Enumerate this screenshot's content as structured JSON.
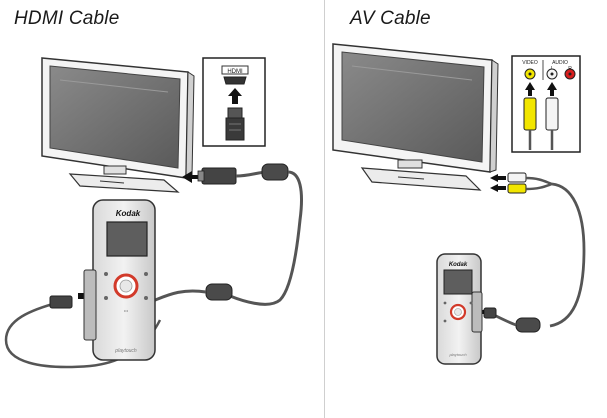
{
  "panels": {
    "hdmi": {
      "title": "HDMI Cable",
      "port_label": "HDMI",
      "camera_brand": "Kodak",
      "camera_model": "playtouch"
    },
    "av": {
      "title": "AV Cable",
      "video_label": "VIDEO",
      "audio_label": "AUDIO",
      "left_label": "L",
      "right_label": "R",
      "camera_brand": "Kodak",
      "camera_model": "playtouch"
    }
  },
  "colors": {
    "outline": "#333333",
    "screen": "#6f6f6f",
    "cable": "#555555",
    "record_red": "#d23a2a",
    "rca_yellow": "#f2e600",
    "rca_white": "#f4f4f4",
    "rca_red": "#d81e1e"
  }
}
